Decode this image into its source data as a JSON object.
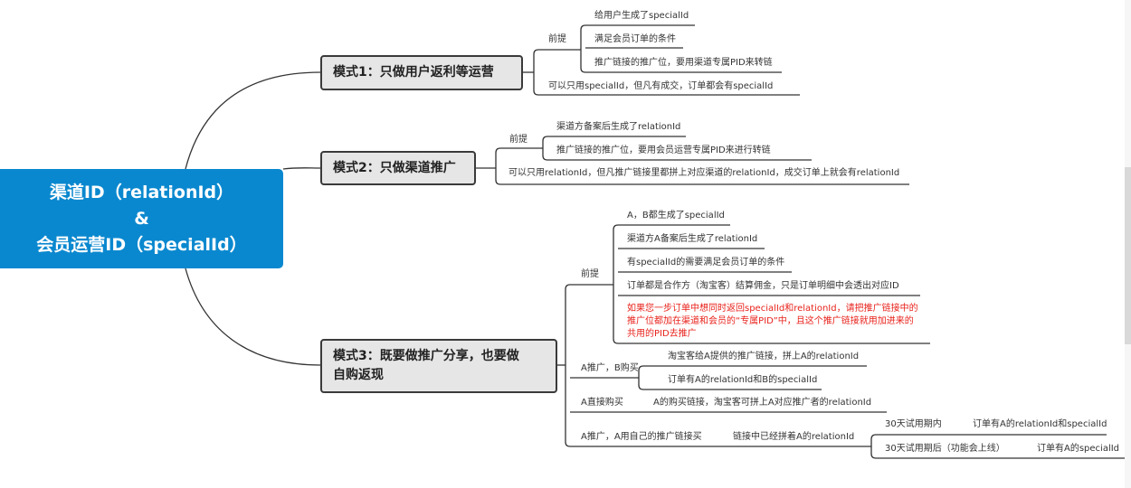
{
  "central": {
    "line1": "渠道ID（relationId）",
    "line2": "&",
    "line3": "会员运营ID（specialId）",
    "color": "#0a88cf"
  },
  "mode1": {
    "title": "模式1：只做用户返利等运营",
    "premise_label": "前提",
    "premises": [
      "给用户生成了specialId",
      "满足会员订单的条件",
      "推广链接的推广位，要用渠道专属PID来转链"
    ],
    "note": "可以只用specialId，但凡有成交，订单都会有specialId"
  },
  "mode2": {
    "title": "模式2：只做渠道推广",
    "premise_label": "前提",
    "premises": [
      "渠道方备案后生成了relationId",
      "推广链接的推广位，要用会员运营专属PID来进行转链"
    ],
    "note": "可以只用relationId，但凡推广链接里都拼上对应渠道的relationId，成交订单上就会有relationId"
  },
  "mode3": {
    "title_line1": "模式3：既要做推广分享，也要做",
    "title_line2": "自购返现",
    "premise_label": "前提",
    "premises": [
      "A，B都生成了specialId",
      "渠道方A备案后生成了relationId",
      "有specialId的需要满足会员订单的条件",
      "订单都是合作方（淘宝客）结算佣金，只是订单明细中会透出对应ID"
    ],
    "warning_lines": [
      "如果您一步订单中想同时返回specialId和relationId，请把推广链接中的",
      "推广位都加在渠道和会员的“专属PID”中，且这个推广链接就用加进来的",
      "共用的PID去推广"
    ],
    "warning_color": "#e8221b",
    "case1": {
      "label": "A推广，B购买",
      "items": [
        "淘宝客给A提供的推广链接，拼上A的relationId",
        "订单有A的relationId和B的specialId"
      ]
    },
    "case2": {
      "label": "A直接购买",
      "item": "A的购买链接，淘宝客可拼上A对应推广者的relationId"
    },
    "case3": {
      "label": "A推广，A用自己的推广链接买",
      "item": "链接中已经拼着A的relationId",
      "trial_in": {
        "label": "30天试用期内",
        "result": "订单有A的relationId和specialId"
      },
      "trial_after": {
        "label": "30天试用期后（功能会上线）",
        "result": "订单有A的specialId"
      }
    }
  }
}
